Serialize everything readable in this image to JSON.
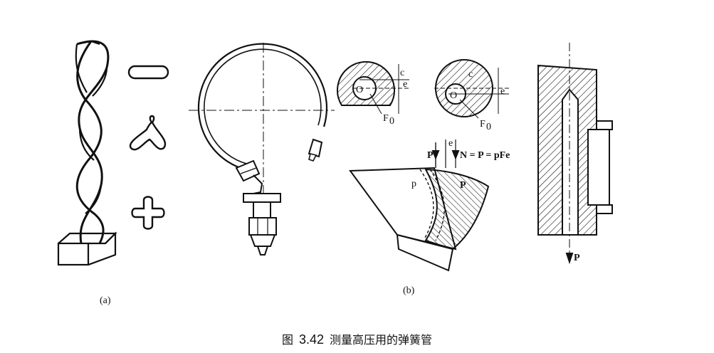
{
  "labels": {
    "panel_a": "(a)",
    "panel_b": "(b)",
    "F0_left": "F",
    "F0_right": "F",
    "sub0": "0",
    "O_left": "O",
    "O_right": "O",
    "c_left": "c",
    "c_right": "c",
    "e_left": "e",
    "e_right": "e",
    "e_top": "e",
    "P_top": "P",
    "N_eq": "N = P = pFe",
    "p_left": "p",
    "P_right_arc": "P",
    "P_bottom": "P"
  },
  "caption": {
    "prefix": "图",
    "number": "3.42",
    "title": "测量高压用的弹簧管"
  }
}
